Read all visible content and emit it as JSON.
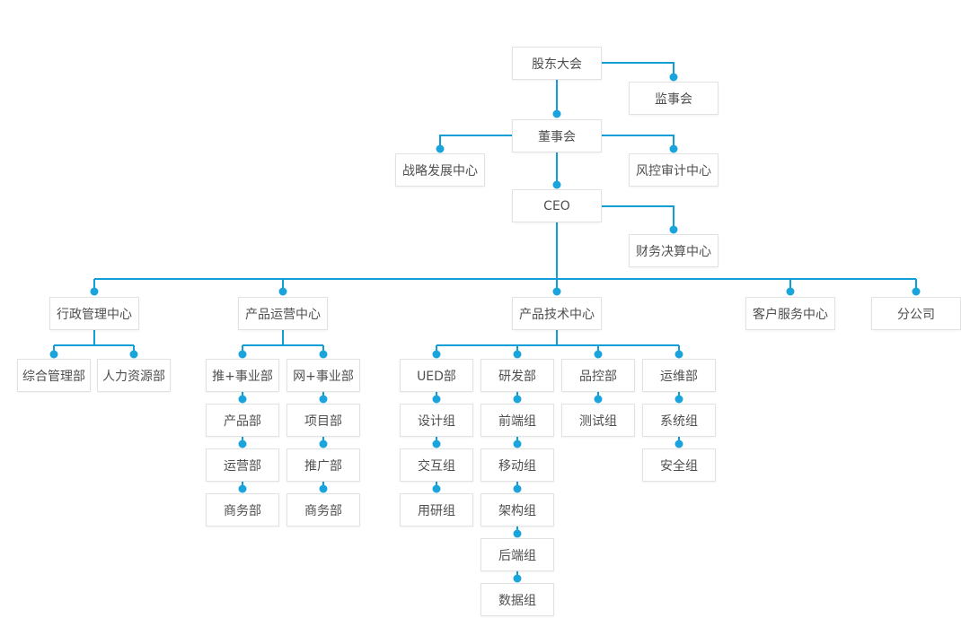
{
  "diagram": {
    "type": "org-chart",
    "colors": {
      "line": "#0f9ed6",
      "dot": "#1ba4dc",
      "box_border": "#e2e2e2",
      "text": "#4f4f4f",
      "bg": "#ffffff"
    },
    "nodes": [
      {
        "id": "shareholders-meeting",
        "label": "股东大会",
        "parent": null
      },
      {
        "id": "supervisory-board",
        "label": "监事会",
        "parent": "shareholders-meeting"
      },
      {
        "id": "board-of-directors",
        "label": "董事会",
        "parent": "shareholders-meeting"
      },
      {
        "id": "strategy-development-center",
        "label": "战略发展中心",
        "parent": "board-of-directors"
      },
      {
        "id": "risk-audit-center",
        "label": "风控审计中心",
        "parent": "board-of-directors"
      },
      {
        "id": "ceo",
        "label": "CEO",
        "parent": "board-of-directors"
      },
      {
        "id": "financial-accounting-center",
        "label": "财务决算中心",
        "parent": "ceo"
      },
      {
        "id": "admin-management-center",
        "label": "行政管理中心",
        "parent": "ceo"
      },
      {
        "id": "product-operation-center",
        "label": "产品运营中心",
        "parent": "ceo"
      },
      {
        "id": "product-technology-center",
        "label": "产品技术中心",
        "parent": "ceo"
      },
      {
        "id": "customer-service-center",
        "label": "客户服务中心",
        "parent": "ceo"
      },
      {
        "id": "branch-company",
        "label": "分公司",
        "parent": "ceo"
      },
      {
        "id": "general-management-dept",
        "label": "综合管理部",
        "parent": "admin-management-center"
      },
      {
        "id": "human-resources-dept",
        "label": "人力资源部",
        "parent": "admin-management-center"
      },
      {
        "id": "tui-plus-division",
        "label": "推+事业部",
        "parent": "product-operation-center"
      },
      {
        "id": "product-dept",
        "label": "产品部",
        "parent": "tui-plus-division"
      },
      {
        "id": "operation-dept",
        "label": "运营部",
        "parent": "product-dept"
      },
      {
        "id": "business-dept-1",
        "label": "商务部",
        "parent": "operation-dept"
      },
      {
        "id": "wang-plus-division",
        "label": "网+事业部",
        "parent": "product-operation-center"
      },
      {
        "id": "project-dept",
        "label": "项目部",
        "parent": "wang-plus-division"
      },
      {
        "id": "promotion-dept",
        "label": "推广部",
        "parent": "project-dept"
      },
      {
        "id": "business-dept-2",
        "label": "商务部",
        "parent": "promotion-dept"
      },
      {
        "id": "ued-dept",
        "label": "UED部",
        "parent": "product-technology-center"
      },
      {
        "id": "design-group",
        "label": "设计组",
        "parent": "ued-dept"
      },
      {
        "id": "interaction-group",
        "label": "交互组",
        "parent": "design-group"
      },
      {
        "id": "user-research-group",
        "label": "用研组",
        "parent": "interaction-group"
      },
      {
        "id": "rd-dept",
        "label": "研发部",
        "parent": "product-technology-center"
      },
      {
        "id": "frontend-group",
        "label": "前端组",
        "parent": "rd-dept"
      },
      {
        "id": "mobile-group",
        "label": "移动组",
        "parent": "frontend-group"
      },
      {
        "id": "architecture-group",
        "label": "架构组",
        "parent": "mobile-group"
      },
      {
        "id": "backend-group",
        "label": "后端组",
        "parent": "architecture-group"
      },
      {
        "id": "data-group",
        "label": "数据组",
        "parent": "backend-group"
      },
      {
        "id": "quality-control-dept",
        "label": "品控部",
        "parent": "product-technology-center"
      },
      {
        "id": "testing-group",
        "label": "测试组",
        "parent": "quality-control-dept"
      },
      {
        "id": "ops-dept",
        "label": "运维部",
        "parent": "product-technology-center"
      },
      {
        "id": "system-group",
        "label": "系统组",
        "parent": "ops-dept"
      },
      {
        "id": "security-group",
        "label": "安全组",
        "parent": "system-group"
      }
    ]
  }
}
